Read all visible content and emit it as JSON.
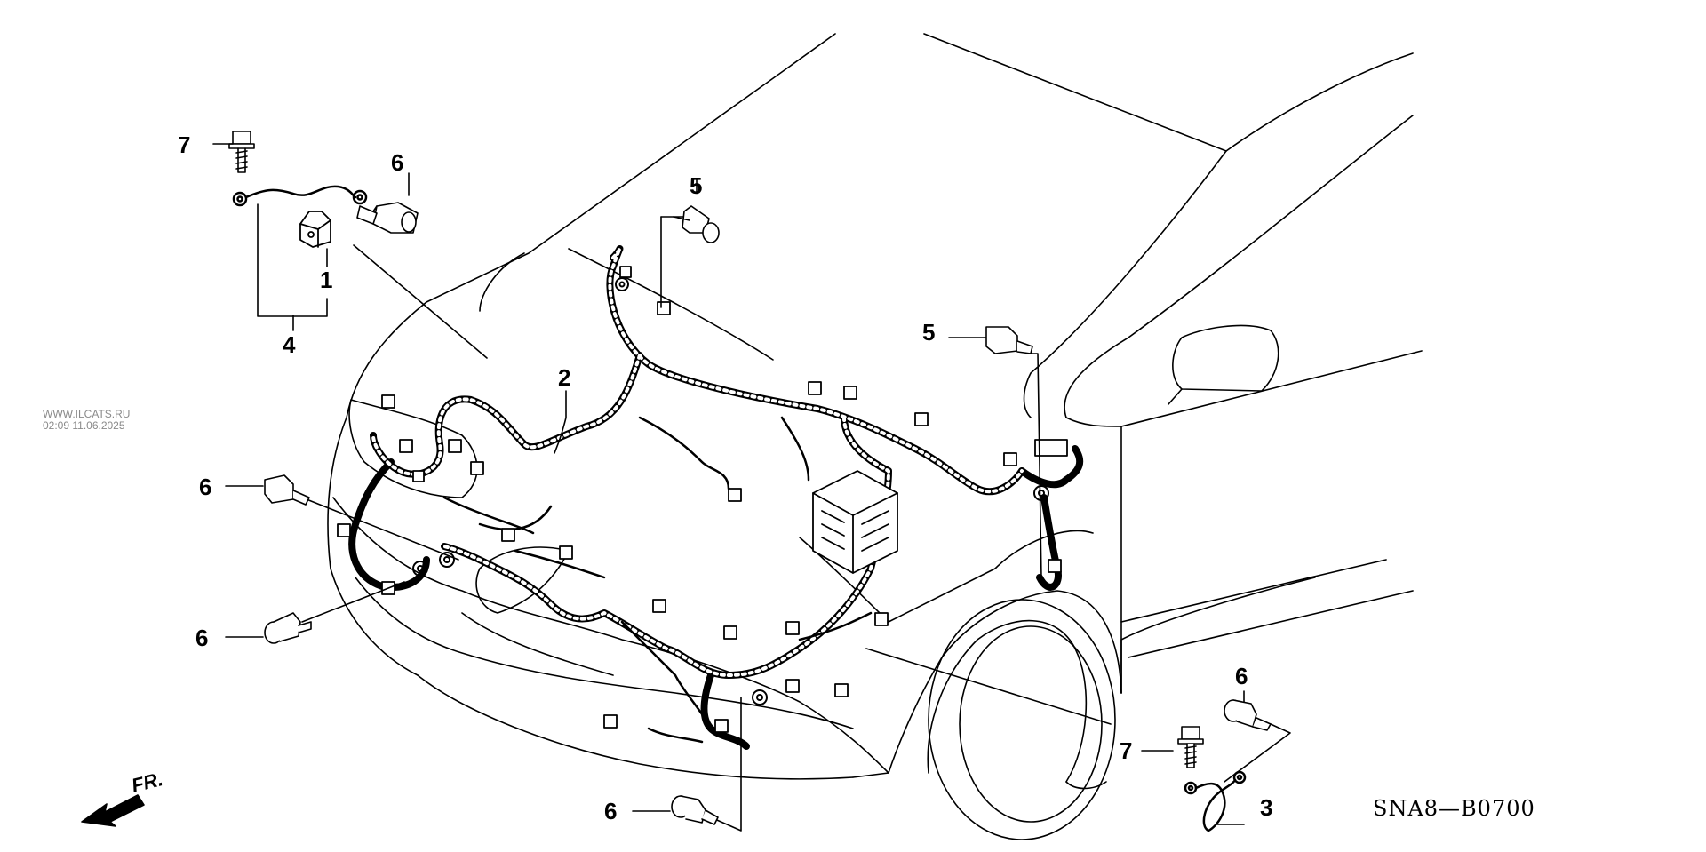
{
  "watermark": {
    "site": "WWW.ILCATS.RU",
    "timestamp": "02:09 11.06.2025"
  },
  "diagram_code": "SNA8—B0700",
  "direction_label": "FR.",
  "callouts": {
    "c7_top": "7",
    "c6_top": "6",
    "c1": "1",
    "c4": "4",
    "c5_top": "5",
    "c5_right": "5",
    "c2": "2",
    "c6_left_upper": "6",
    "c6_left_lower": "6",
    "c6_right": "6",
    "c7_right": "7",
    "c3": "3",
    "c6_bottom": "6"
  },
  "colors": {
    "line": "#000000",
    "watermark": "#8a8a8a",
    "background": "#ffffff"
  }
}
